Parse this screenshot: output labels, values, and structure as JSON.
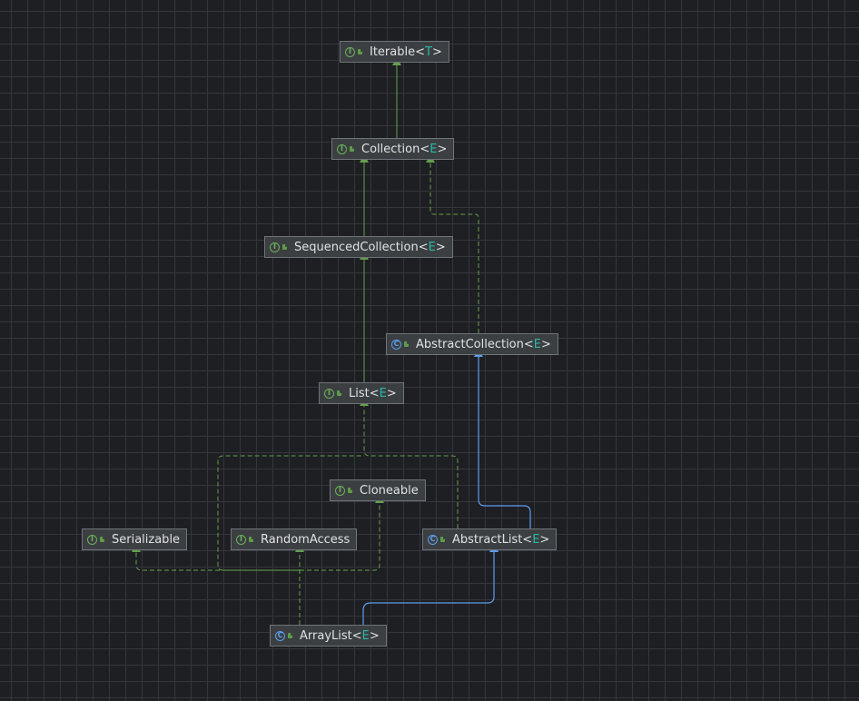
{
  "diagram": {
    "nodes": [
      {
        "id": "iterable",
        "kind": "interface",
        "kind_letter": "I",
        "name": "Iterable",
        "type_param": "T"
      },
      {
        "id": "collection",
        "kind": "interface",
        "kind_letter": "I",
        "name": "Collection",
        "type_param": "E"
      },
      {
        "id": "sequenced",
        "kind": "interface",
        "kind_letter": "I",
        "name": "SequencedCollection",
        "type_param": "E"
      },
      {
        "id": "abstract-collection",
        "kind": "class",
        "kind_letter": "C",
        "name": "AbstractCollection",
        "type_param": "E"
      },
      {
        "id": "list",
        "kind": "interface",
        "kind_letter": "I",
        "name": "List",
        "type_param": "E"
      },
      {
        "id": "cloneable",
        "kind": "interface",
        "kind_letter": "I",
        "name": "Cloneable",
        "type_param": ""
      },
      {
        "id": "serializable",
        "kind": "interface",
        "kind_letter": "I",
        "name": "Serializable",
        "type_param": ""
      },
      {
        "id": "random-access",
        "kind": "interface",
        "kind_letter": "I",
        "name": "RandomAccess",
        "type_param": ""
      },
      {
        "id": "abstract-list",
        "kind": "class",
        "kind_letter": "C",
        "name": "AbstractList",
        "type_param": "E"
      },
      {
        "id": "arraylist",
        "kind": "class",
        "kind_letter": "C",
        "name": "ArrayList",
        "type_param": "E"
      }
    ],
    "edges": [
      {
        "from": "collection",
        "to": "iterable",
        "relation": "extends"
      },
      {
        "from": "sequenced",
        "to": "collection",
        "relation": "extends"
      },
      {
        "from": "list",
        "to": "sequenced",
        "relation": "extends"
      },
      {
        "from": "abstract-collection",
        "to": "collection",
        "relation": "implements"
      },
      {
        "from": "abstract-list",
        "to": "abstract-collection",
        "relation": "class-extends"
      },
      {
        "from": "abstract-list",
        "to": "list",
        "relation": "implements"
      },
      {
        "from": "arraylist",
        "to": "abstract-list",
        "relation": "class-extends"
      },
      {
        "from": "arraylist",
        "to": "list",
        "relation": "implements"
      },
      {
        "from": "arraylist",
        "to": "cloneable",
        "relation": "implements"
      },
      {
        "from": "arraylist",
        "to": "serializable",
        "relation": "implements"
      },
      {
        "from": "arraylist",
        "to": "random-access",
        "relation": "implements"
      }
    ],
    "colors": {
      "interface_edge": "#62a04e",
      "class_edge": "#5c9ef0",
      "interface_icon": "#6bb05b",
      "class_icon": "#5c9ef0",
      "type_param": "#29b8a6",
      "node_bg": "#3c3f41",
      "node_border": "#6f737a",
      "background": "#1e1f22"
    }
  }
}
